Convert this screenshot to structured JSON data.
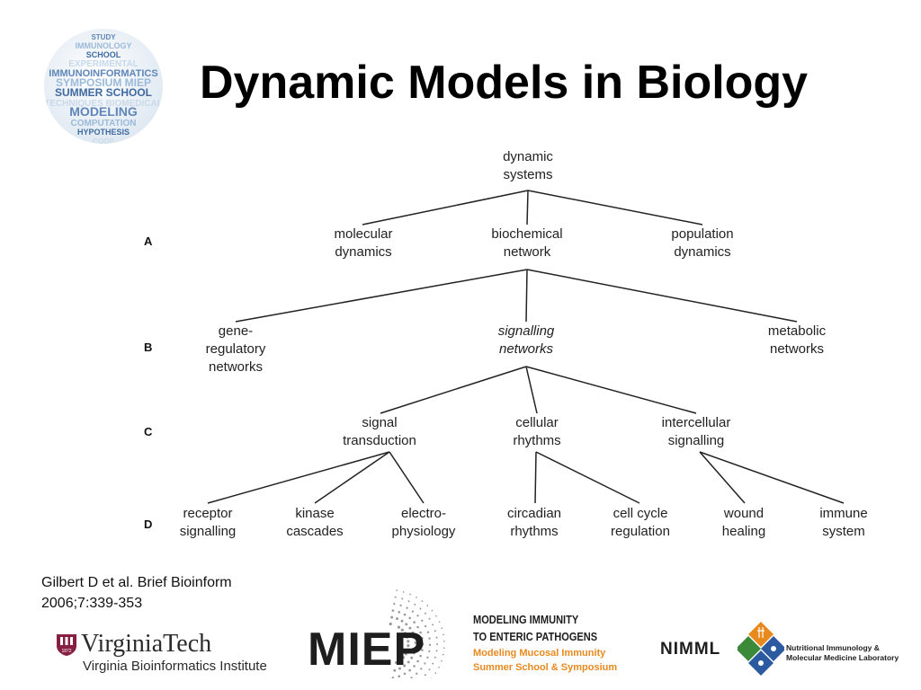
{
  "slide": {
    "title": "Dynamic Models in Biology"
  },
  "globe_logo": {
    "words": [
      "STUDY",
      "IMMUNOLOGY",
      "SCHOOL",
      "EXPERIMENTAL",
      "IMMUNOINFORMATICS",
      "SYMPOSIUM MIEP",
      "SUMMER SCHOOL",
      "TECHNIQUES BIOMEDICAL",
      "MODELING",
      "COMPUTATION",
      "HYPOTHESIS",
      "COOP"
    ],
    "colors": [
      "#5f86b8",
      "#9bbad9",
      "#3f6aa0",
      "#c9d9ea"
    ]
  },
  "diagram": {
    "levels": [
      "A",
      "B",
      "C",
      "D"
    ],
    "root": {
      "lines": [
        "dynamic",
        "systems"
      ]
    },
    "level_a": [
      {
        "lines": [
          "molecular",
          "dynamics"
        ]
      },
      {
        "lines": [
          "biochemical",
          "network"
        ]
      },
      {
        "lines": [
          "population",
          "dynamics"
        ]
      }
    ],
    "level_b": [
      {
        "lines": [
          "gene-",
          "regulatory",
          "networks"
        ]
      },
      {
        "lines": [
          "signalling",
          "networks"
        ],
        "italic": true
      },
      {
        "lines": [
          "metabolic",
          "networks"
        ]
      }
    ],
    "level_c": [
      {
        "lines": [
          "signal",
          "transduction"
        ]
      },
      {
        "lines": [
          "cellular",
          "rhythms"
        ]
      },
      {
        "lines": [
          "intercellular",
          "signalling"
        ]
      }
    ],
    "level_d": [
      {
        "lines": [
          "receptor",
          "signalling"
        ]
      },
      {
        "lines": [
          "kinase",
          "cascades"
        ]
      },
      {
        "lines": [
          "electro-",
          "physiology"
        ]
      },
      {
        "lines": [
          "circadian",
          "rhythms"
        ]
      },
      {
        "lines": [
          "cell cycle",
          "regulation"
        ]
      },
      {
        "lines": [
          "wound",
          "healing"
        ]
      },
      {
        "lines": [
          "immune",
          "system"
        ]
      }
    ]
  },
  "citation": {
    "line1": "Gilbert D et al. Brief Bioinform",
    "line2": "2006;7:339-353"
  },
  "logos": {
    "virginia_tech": {
      "name": "VirginiaTech",
      "subtitle": "Virginia Bioinformatics Institute",
      "shield_year": "1872",
      "color": "#861f41"
    },
    "miep": {
      "word": "MIEP",
      "line1": "MODELING IMMUNITY",
      "line2": "TO ENTERIC PATHOGENS",
      "line3": "Modeling Mucosal Immunity",
      "line4": "Summer School & Symposium",
      "accent": "#e8891e"
    },
    "nimml": {
      "word": "NIMML",
      "sub1": "Nutritional Immunology &",
      "sub2": "Molecular Medicine Laboratory",
      "colors": [
        "#e8891e",
        "#2c5aa0",
        "#3a8a3a"
      ]
    }
  }
}
